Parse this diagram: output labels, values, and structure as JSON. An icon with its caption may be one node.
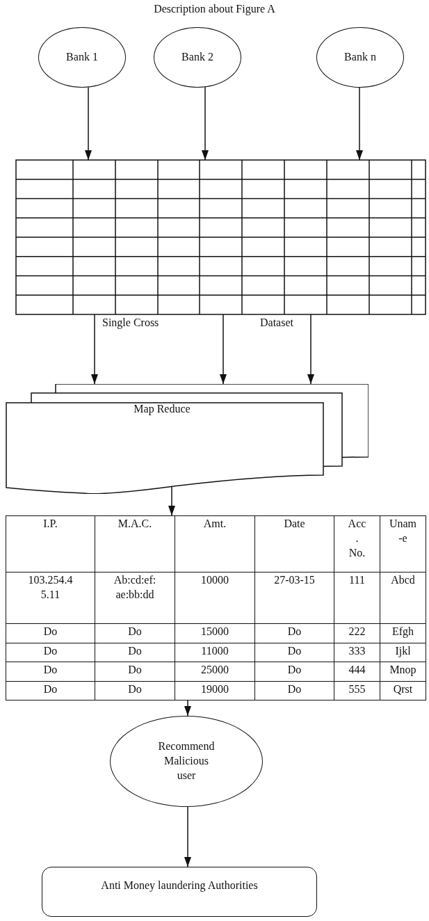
{
  "diagram": {
    "title": "Description about Figure A",
    "nodes": [
      {
        "text": [
          "Bank 1"
        ]
      },
      {
        "text": [
          "Bank 2"
        ]
      },
      {
        "text": [
          "Bank n"
        ]
      },
      {
        "text": [],
        "shape": "grid",
        "beside": [
          "Single Cross",
          "Dataset"
        ]
      },
      {
        "text": [
          "Map Reduce"
        ]
      },
      {
        "text": [
          "I.P.",
          "M.A.C.",
          "Amt.",
          "Date",
          "Acc . No.",
          "Unam -e",
          "103.254.4 5.11",
          "Ab:cd:ef: ae:bb:dd",
          "10000",
          "27-03-15",
          "111",
          "Abcd",
          "Do",
          "Do",
          "15000",
          "Do",
          "222",
          "Efgh",
          "Do",
          "Do",
          "11000",
          "Do",
          "333",
          "Ijkl",
          "Do",
          "Do",
          "25000",
          "Do",
          "444",
          "Mnop",
          "Do",
          "Do",
          "19000",
          "Do",
          "555",
          "Qrst"
        ]
      },
      {
        "text": [
          "Recommend Malicious user"
        ]
      },
      {
        "text": [
          "Anti Money laundering Authorities"
        ]
      }
    ],
    "edges": [
      {
        "from": 0,
        "to": 3,
        "arrow": "to"
      },
      {
        "from": 1,
        "to": 3,
        "arrow": "to"
      },
      {
        "from": 2,
        "to": 3,
        "arrow": "to"
      },
      {
        "from": 3,
        "to": 4,
        "arrow": "to"
      },
      {
        "from": 3,
        "to": 4,
        "arrow": "to"
      },
      {
        "from": 3,
        "to": 4,
        "arrow": "to"
      },
      {
        "from": 4,
        "to": 5,
        "arrow": "to"
      },
      {
        "from": 5,
        "to": 6,
        "arrow": "to"
      },
      {
        "from": 6,
        "to": 7,
        "arrow": "to"
      }
    ]
  }
}
